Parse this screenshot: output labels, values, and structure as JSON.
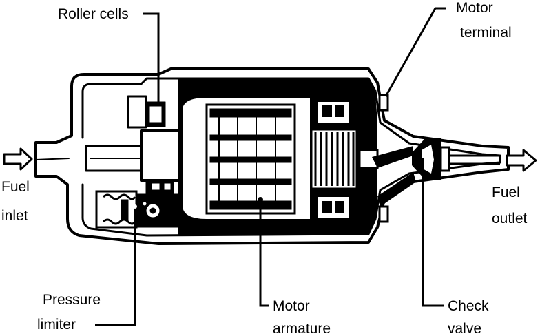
{
  "labels": {
    "roller_cells": "Roller cells",
    "motor_terminal_line1": "Motor",
    "motor_terminal_line2": "terminal",
    "fuel_inlet_line1": "Fuel",
    "fuel_inlet_line2": "inlet",
    "fuel_outlet_line1": "Fuel",
    "fuel_outlet_line2": "outlet",
    "pressure_limiter_line1": "Pressure",
    "pressure_limiter_line2": "limiter",
    "motor_armature_line1": "Motor",
    "motor_armature_line2": "armature",
    "check_valve_line1": "Check",
    "check_valve_line2": "valve"
  },
  "colors": {
    "ink": "#000000",
    "paper": "#ffffff"
  }
}
